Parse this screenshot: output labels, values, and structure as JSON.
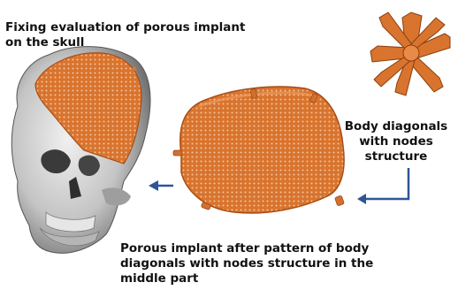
{
  "labels": {
    "top": [
      "Fixing evaluation of porous implant",
      "on the skull"
    ],
    "right": [
      "Body diagonals",
      "with nodes",
      "structure"
    ],
    "bottom": [
      "Porous implant after pattern of body",
      "diagonals with nodes structure in the",
      "middle part"
    ]
  },
  "colors": {
    "implant": "#d9742e",
    "implant_dark": "#a84d14",
    "skull": "#c9c9c9",
    "skull_dark": "#7a7a7a",
    "arrow": "#2f5597"
  }
}
